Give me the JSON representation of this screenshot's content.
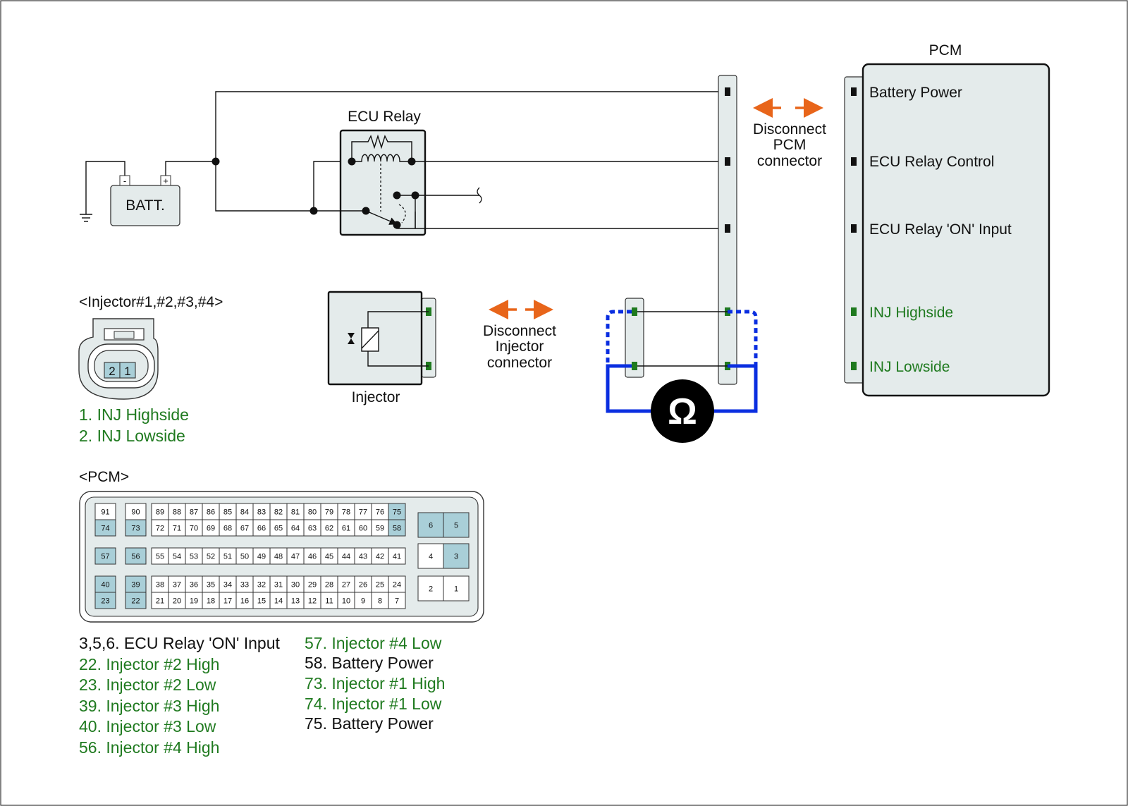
{
  "colors": {
    "accent_green": "#1f7a1f",
    "highlight_pin": "#a9cfd8",
    "connector_fill": "#e4ebeb",
    "meter_blue": "#0a2ee0",
    "arrow_orange": "#e8651a",
    "meter_body": "#000000"
  },
  "labels": {
    "pcm_title": "PCM",
    "ecu_relay": "ECU Relay",
    "batt": "BATT.",
    "batt_neg": "-",
    "batt_pos": "+",
    "injector": "Injector",
    "disconnect_pcm": [
      "Disconnect",
      "PCM",
      "connector"
    ],
    "disconnect_injector": [
      "Disconnect",
      "Injector",
      "connector"
    ],
    "ohm_symbol": "Ω"
  },
  "pcm_terminals": [
    {
      "label": "Battery Power",
      "color": "black"
    },
    {
      "label": "ECU Relay Control",
      "color": "black"
    },
    {
      "label": "ECU Relay 'ON' Input",
      "color": "black"
    },
    {
      "label": "INJ Highside",
      "color": "green"
    },
    {
      "label": "INJ Lowside",
      "color": "green"
    }
  ],
  "injector_connector": {
    "title": "<Injector#1,#2,#3,#4>",
    "pins": [
      "2",
      "1"
    ],
    "pin_list": [
      "1. INJ Highside",
      "2. INJ Lowside"
    ]
  },
  "pcm_connector": {
    "title": "<PCM>",
    "highlighted_pins": [
      "74",
      "73",
      "75",
      "58",
      "57",
      "56",
      "40",
      "39",
      "23",
      "22",
      "6",
      "5",
      "3"
    ],
    "row1_top": [
      "89",
      "88",
      "87",
      "86",
      "85",
      "84",
      "83",
      "82",
      "81",
      "80",
      "79",
      "78",
      "77",
      "76",
      "75"
    ],
    "row1_bottom": [
      "72",
      "71",
      "70",
      "69",
      "68",
      "67",
      "66",
      "65",
      "64",
      "63",
      "62",
      "61",
      "60",
      "59",
      "58"
    ],
    "row2": [
      "55",
      "54",
      "53",
      "52",
      "51",
      "50",
      "49",
      "48",
      "47",
      "46",
      "45",
      "44",
      "43",
      "42",
      "41"
    ],
    "row3_top": [
      "38",
      "37",
      "36",
      "35",
      "34",
      "33",
      "32",
      "31",
      "30",
      "29",
      "28",
      "27",
      "26",
      "25",
      "24"
    ],
    "row3_bottom": [
      "21",
      "20",
      "19",
      "18",
      "17",
      "16",
      "15",
      "14",
      "13",
      "12",
      "11",
      "10",
      "9",
      "8",
      "7"
    ],
    "single_pins": {
      "c1_top": "91",
      "c1_bottom": "74",
      "c2_top": "90",
      "c2_bottom": "73",
      "c1_mid": "57",
      "c2_mid": "56",
      "c1_low_top": "40",
      "c1_low_bottom": "23",
      "c2_low_top": "39",
      "c2_low_bottom": "22"
    },
    "power_pins": {
      "r1a": "6",
      "r1b": "5",
      "r2a": "4",
      "r2b": "3",
      "r3a": "2",
      "r3b": "1"
    }
  },
  "pcm_pin_list": {
    "left": [
      {
        "text": "3,5,6. ECU Relay 'ON' Input",
        "color": "black"
      },
      {
        "text": "22. Injector #2 High",
        "color": "green"
      },
      {
        "text": "23. Injector #2 Low",
        "color": "green"
      },
      {
        "text": "39. Injector #3 High",
        "color": "green"
      },
      {
        "text": "40. Injector #3 Low",
        "color": "green"
      },
      {
        "text": "56. Injector #4 High",
        "color": "green"
      }
    ],
    "right": [
      {
        "text": "57. Injector #4 Low",
        "color": "green"
      },
      {
        "text": "58. Battery Power",
        "color": "black"
      },
      {
        "text": "73. Injector #1 High",
        "color": "green"
      },
      {
        "text": "74. Injector #1 Low",
        "color": "green"
      },
      {
        "text": "75. Battery Power",
        "color": "black"
      }
    ]
  }
}
